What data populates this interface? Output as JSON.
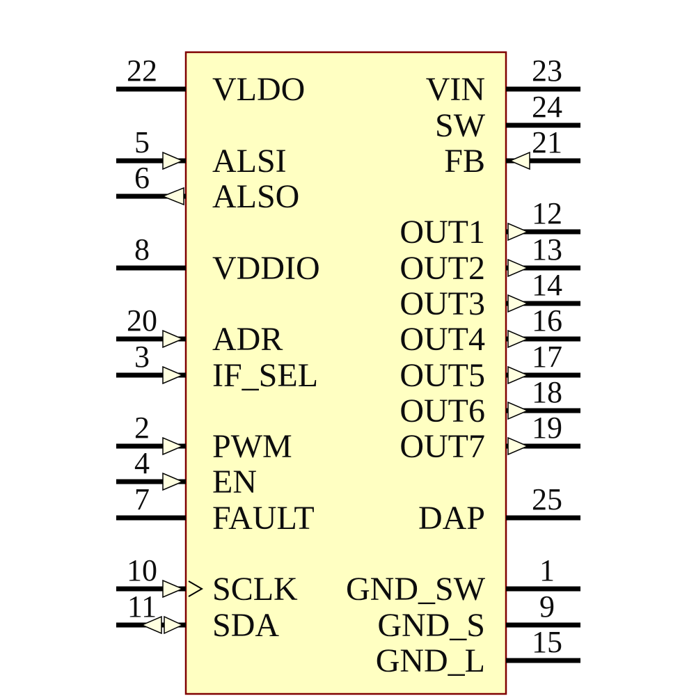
{
  "component": {
    "kind": "ic-schematic-symbol",
    "body_fill": "#ffffc2",
    "body_border_color": "#7f0000",
    "arrow_fill": "#ffffe0",
    "wire_color": "#000000",
    "text_color": "#0d0d0d"
  },
  "pins": {
    "left": [
      {
        "number": "22",
        "label": "VLDO",
        "direction": "passive"
      },
      {
        "number": "5",
        "label": "ALSI",
        "direction": "input"
      },
      {
        "number": "6",
        "label": "ALSO",
        "direction": "output"
      },
      {
        "number": "8",
        "label": "VDDIO",
        "direction": "passive"
      },
      {
        "number": "20",
        "label": "ADR",
        "direction": "input"
      },
      {
        "number": "3",
        "label": "IF_SEL",
        "direction": "input"
      },
      {
        "number": "2",
        "label": "PWM",
        "direction": "input"
      },
      {
        "number": "4",
        "label": "EN",
        "direction": "input"
      },
      {
        "number": "7",
        "label": "FAULT",
        "direction": "passive"
      },
      {
        "number": "10",
        "label": "SCLK",
        "direction": "clock-input"
      },
      {
        "number": "11",
        "label": "SDA",
        "direction": "bidirectional"
      }
    ],
    "right": [
      {
        "number": "23",
        "label": "VIN",
        "direction": "passive"
      },
      {
        "number": "24",
        "label": "SW",
        "direction": "passive"
      },
      {
        "number": "21",
        "label": "FB",
        "direction": "input"
      },
      {
        "number": "12",
        "label": "OUT1",
        "direction": "output"
      },
      {
        "number": "13",
        "label": "OUT2",
        "direction": "output"
      },
      {
        "number": "14",
        "label": "OUT3",
        "direction": "output"
      },
      {
        "number": "16",
        "label": "OUT4",
        "direction": "output"
      },
      {
        "number": "17",
        "label": "OUT5",
        "direction": "output"
      },
      {
        "number": "18",
        "label": "OUT6",
        "direction": "output"
      },
      {
        "number": "19",
        "label": "OUT7",
        "direction": "output"
      },
      {
        "number": "25",
        "label": "DAP",
        "direction": "passive"
      },
      {
        "number": "1",
        "label": "GND_SW",
        "direction": "passive"
      },
      {
        "number": "9",
        "label": "GND_S",
        "direction": "passive"
      },
      {
        "number": "15",
        "label": "GND_L",
        "direction": "passive"
      }
    ]
  }
}
